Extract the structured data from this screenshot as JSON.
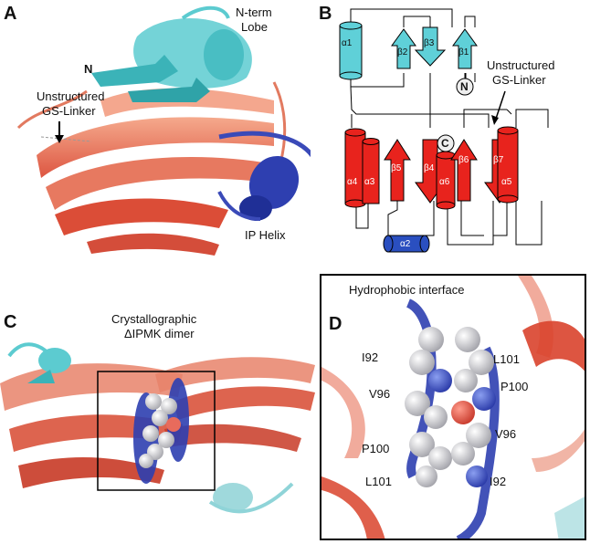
{
  "panels": {
    "a": {
      "label": "A",
      "nterm_lobe": [
        "N-term",
        "Lobe"
      ],
      "n_label": "N",
      "linker": [
        "Unstructured",
        "GS-Linker"
      ],
      "ip_helix": "IP Helix"
    },
    "b": {
      "label": "B",
      "linker": [
        "Unstructured",
        "GS-Linker"
      ],
      "n_circle": "N",
      "c_circle": "C",
      "elements": {
        "a1": "α1",
        "b2": "β2",
        "b3": "β3",
        "b1": "β1",
        "a4": "α4",
        "a3": "α3",
        "b5": "β5",
        "b4": "β4",
        "a6": "α6",
        "b6": "β6",
        "b7": "β7",
        "a5": "α5",
        "a2": "α2"
      }
    },
    "c": {
      "label": "C",
      "title": [
        "Crystallographic",
        "ΔIPMK dimer"
      ]
    },
    "d": {
      "label": "D",
      "title": "Hydrophobic interface",
      "residues": {
        "i92_top": "I92",
        "l101_top": "L101",
        "v96_left": "V96",
        "p100_right": "P100",
        "p100_left": "P100",
        "v96_right": "V96",
        "l101_bottom": "L101",
        "i92_bottom": "I92"
      }
    }
  },
  "colors": {
    "n_lobe": "#4fc3c8",
    "c_lobe": "#e8735a",
    "c_lobe_dark": "#d0402e",
    "ip_helix": "#2e3fb0",
    "topology_red": "#e8231d",
    "topology_cyan": "#5fd0d8",
    "topology_blue": "#2a4fc0",
    "sphere": "#d8d8dc"
  }
}
